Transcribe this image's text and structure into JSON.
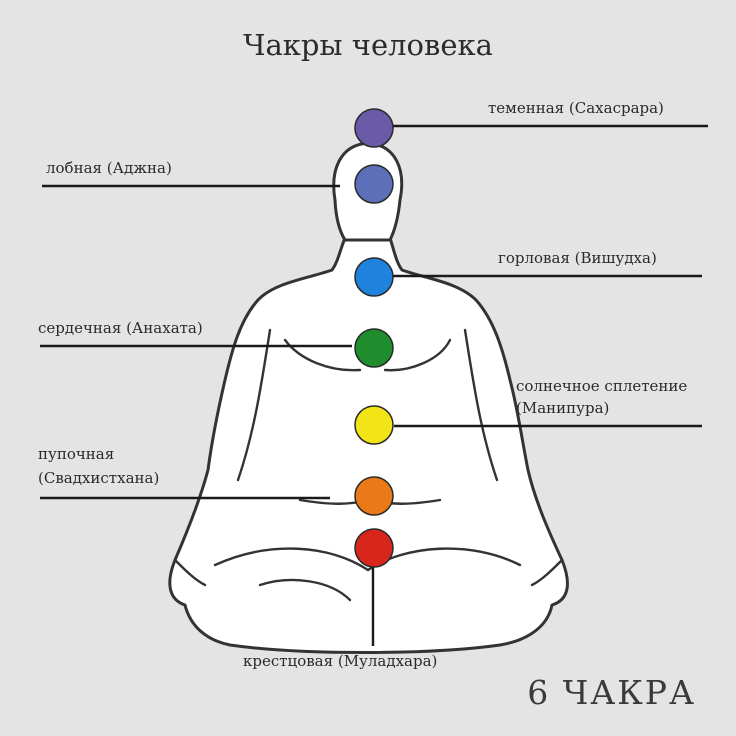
{
  "title": "Чакры человека",
  "corner_label": "6 ЧАКРА",
  "chakras": [
    {
      "label": "теменная (Сахасрара)",
      "color": "#6a5aa8"
    },
    {
      "label": "лобная (Аджна)",
      "color": "#5c6fb8"
    },
    {
      "label": "горловая (Вишудха)",
      "color": "#1f82dc"
    },
    {
      "label": "сердечная (Анахата)",
      "color": "#1f8c2e"
    },
    {
      "label_line1": "солнечное сплетение",
      "label_line2": "(Манипура)",
      "color": "#f2e417"
    },
    {
      "label_line1": "пупочная",
      "label_line2": "(Свадхистхана)",
      "color": "#ea7a18"
    },
    {
      "label": "крестцовая (Муладхара)",
      "color": "#d8261c"
    }
  ]
}
